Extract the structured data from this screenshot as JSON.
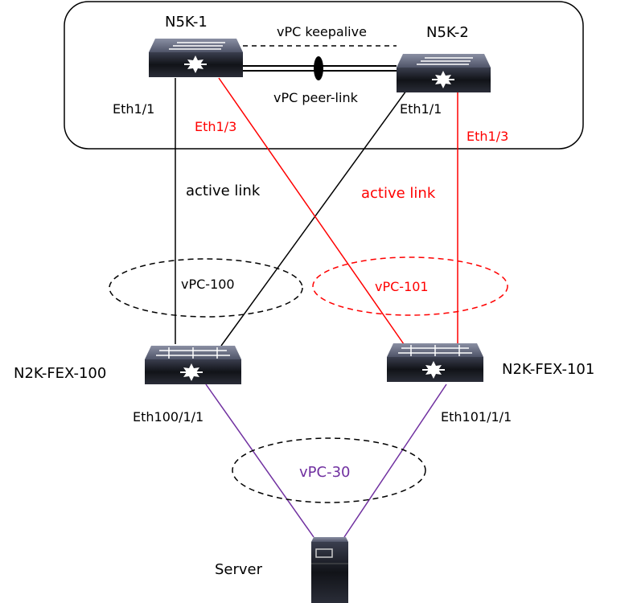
{
  "devices": {
    "n5k1": "N5K-1",
    "n5k2": "N5K-2",
    "fex100": "N2K-FEX-100",
    "fex101": "N2K-FEX-101",
    "server": "Server"
  },
  "links": {
    "keepalive": "vPC keepalive",
    "peer_link": "vPC peer-link",
    "active_black": "active link",
    "active_red": "active link"
  },
  "ports": {
    "n5k1_eth11": "Eth1/1",
    "n5k1_eth13": "Eth1/3",
    "n5k2_eth11": "Eth1/1",
    "n5k2_eth13": "Eth1/3",
    "fex100_port": "Eth100/1/1",
    "fex101_port": "Eth101/1/1"
  },
  "vpcs": {
    "vpc100": "vPC-100",
    "vpc101": "vPC-101",
    "vpc30": "vPC-30"
  },
  "colors": {
    "black_link": "#000000",
    "red_link": "#ff0000",
    "purple_link": "#7030a0"
  }
}
